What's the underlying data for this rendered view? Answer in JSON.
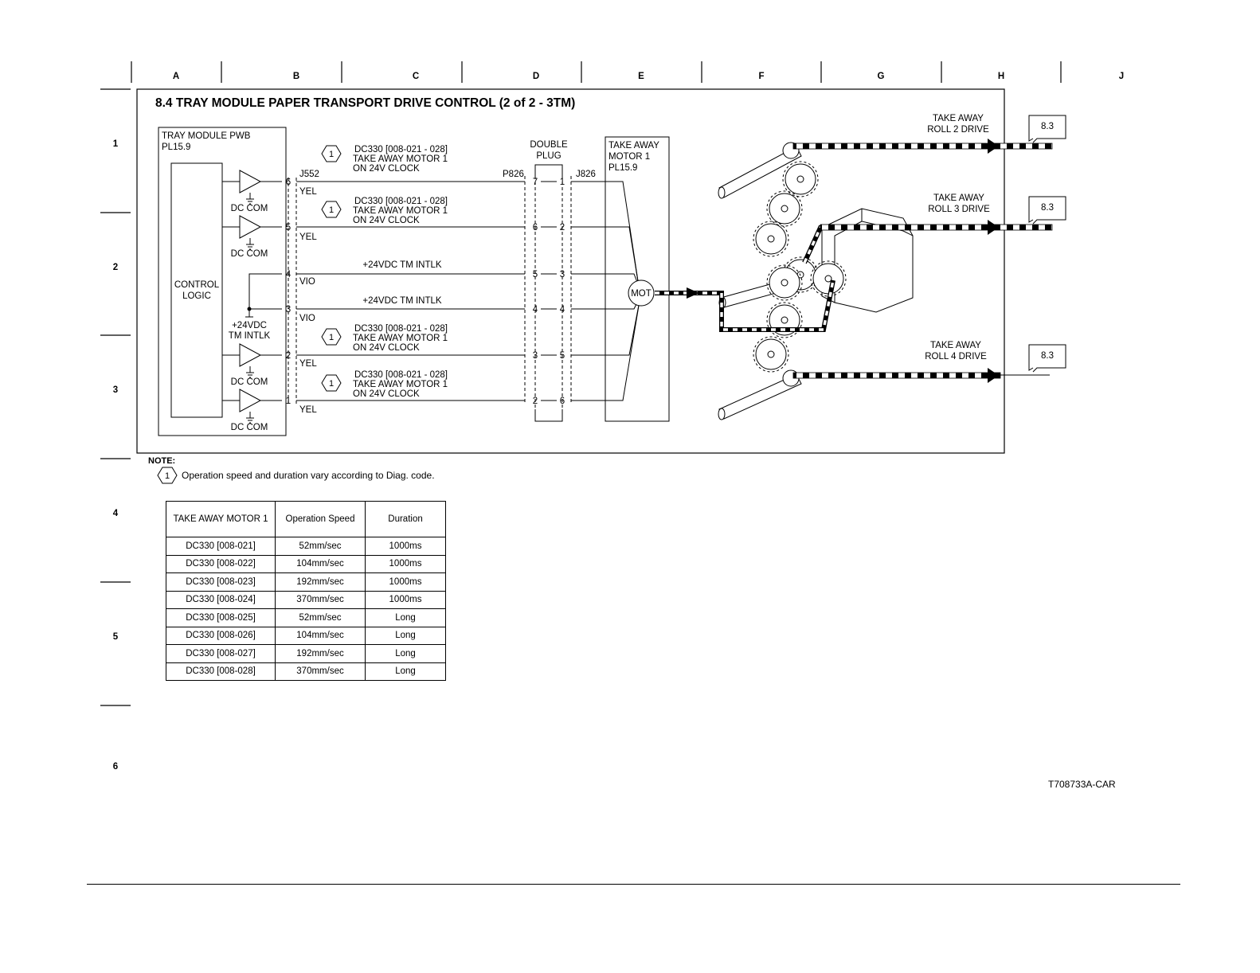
{
  "grid": {
    "columns": [
      "A",
      "B",
      "C",
      "D",
      "E",
      "F",
      "G",
      "H",
      "J"
    ],
    "rows": [
      "1",
      "2",
      "3",
      "4",
      "5",
      "6"
    ]
  },
  "diagram": {
    "title": "8.4 TRAY MODULE PAPER TRANSPORT DRIVE CONTROL (2 of 2 - 3TM)",
    "pwb_label": "TRAY MODULE PWB",
    "pwb_pl": "PL15.9",
    "control_logic_1": "CONTROL",
    "control_logic_2": "LOGIC",
    "dc_com": "DC COM",
    "intlk_1": "+24VDC",
    "intlk_2": "TM INTLK",
    "j552": "J552",
    "p826": "P826",
    "j826": "J826",
    "double_plug_1": "DOUBLE",
    "double_plug_2": "PLUG",
    "motor_label_1": "TAKE AWAY",
    "motor_label_2": "MOTOR 1",
    "motor_pl": "PL15.9",
    "mot": "MOT",
    "clock_line_1": "DC330 [008-021 - 028]",
    "clock_line_2": "TAKE AWAY MOTOR 1",
    "clock_line_3": "ON 24V CLOCK",
    "note_hex": "1",
    "wire_intlk": "+24VDC TM INTLK",
    "pins_j552": [
      "6",
      "5",
      "4",
      "3",
      "2",
      "1"
    ],
    "wire_colors": [
      "YEL",
      "YEL",
      "VIO",
      "VIO",
      "YEL",
      "YEL"
    ],
    "plug_left": [
      "7",
      "6",
      "5",
      "4",
      "3",
      "2"
    ],
    "plug_right": [
      "1",
      "2",
      "3",
      "4",
      "5",
      "6"
    ],
    "roll2_1": "TAKE AWAY",
    "roll2_2": "ROLL 2 DRIVE",
    "roll3_1": "TAKE AWAY",
    "roll3_2": "ROLL 3 DRIVE",
    "roll4_1": "TAKE AWAY",
    "roll4_2": "ROLL 4 DRIVE",
    "ref": "8.3"
  },
  "note": {
    "title": "NOTE:",
    "hex": "1",
    "text": "Operation speed and duration vary according to Diag. code."
  },
  "table": {
    "headers": [
      "TAKE AWAY MOTOR 1",
      "Operation Speed",
      "Duration"
    ],
    "rows": [
      [
        "DC330 [008-021]",
        "52mm/sec",
        "1000ms"
      ],
      [
        "DC330 [008-022]",
        "104mm/sec",
        "1000ms"
      ],
      [
        "DC330 [008-023]",
        "192mm/sec",
        "1000ms"
      ],
      [
        "DC330 [008-024]",
        "370mm/sec",
        "1000ms"
      ],
      [
        "DC330 [008-025]",
        "52mm/sec",
        "Long"
      ],
      [
        "DC330 [008-026]",
        "104mm/sec",
        "Long"
      ],
      [
        "DC330 [008-027]",
        "192mm/sec",
        "Long"
      ],
      [
        "DC330 [008-028]",
        "370mm/sec",
        "Long"
      ]
    ]
  },
  "figure_id": "T708733A-CAR"
}
